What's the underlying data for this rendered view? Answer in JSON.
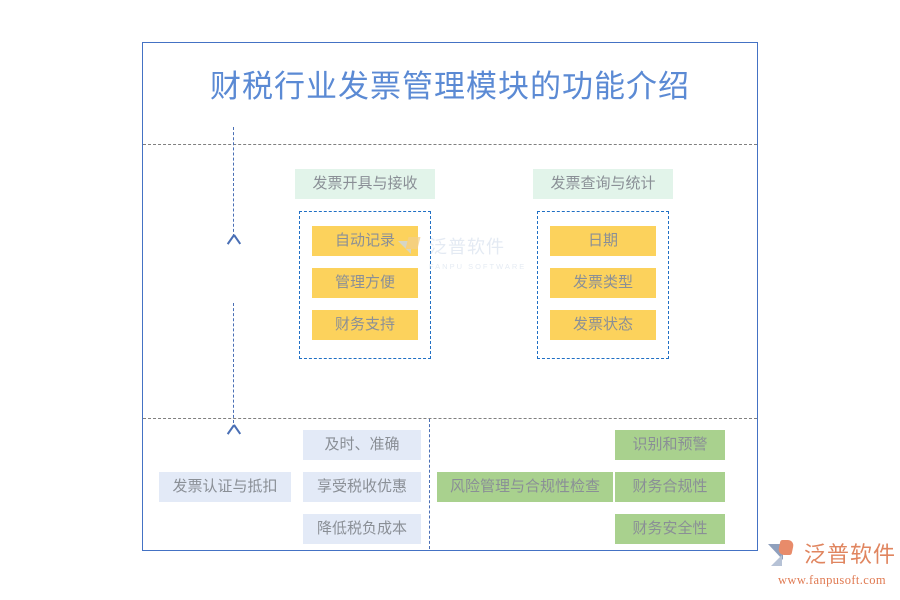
{
  "diagram": {
    "title": "财税行业发票管理模块的功能介绍",
    "accent_border": "#4472C4",
    "title_color": "#5B8AD4",
    "flow_line_color": "#4A6FB5",
    "divider_color": "#808080",
    "groups": [
      {
        "id": "invoice-issue-receive",
        "header": "发票开具与接收",
        "header_bg": "#E2F4EA",
        "item_bg": "#FCD25C",
        "items": [
          "自动记录",
          "管理方便",
          "财务支持"
        ]
      },
      {
        "id": "invoice-query-statistics",
        "header": "发票查询与统计",
        "header_bg": "#E2F4EA",
        "item_bg": "#FCD25C",
        "items": [
          "日期",
          "发票类型",
          "发票状态"
        ]
      }
    ],
    "lower_groups": [
      {
        "id": "invoice-verify-deduct",
        "label": "发票认证与抵扣",
        "label_bg": "#E3EAF7",
        "item_bg": "#E3EAF7",
        "items": [
          "及时、准确",
          "享受税收优惠",
          "降低税负成本"
        ]
      },
      {
        "id": "risk-compliance-check",
        "label": "风险管理与合规性检查",
        "label_bg": "#A9D18E",
        "item_bg": "#A9D18E",
        "items": [
          "识别和预警",
          "财务合规性",
          "财务安全性"
        ]
      }
    ]
  },
  "watermark": {
    "name": "泛普软件",
    "subtitle": "FANPU SOFTWARE"
  },
  "brand": {
    "name": "泛普软件",
    "url": "www.fanpusoft.com"
  }
}
